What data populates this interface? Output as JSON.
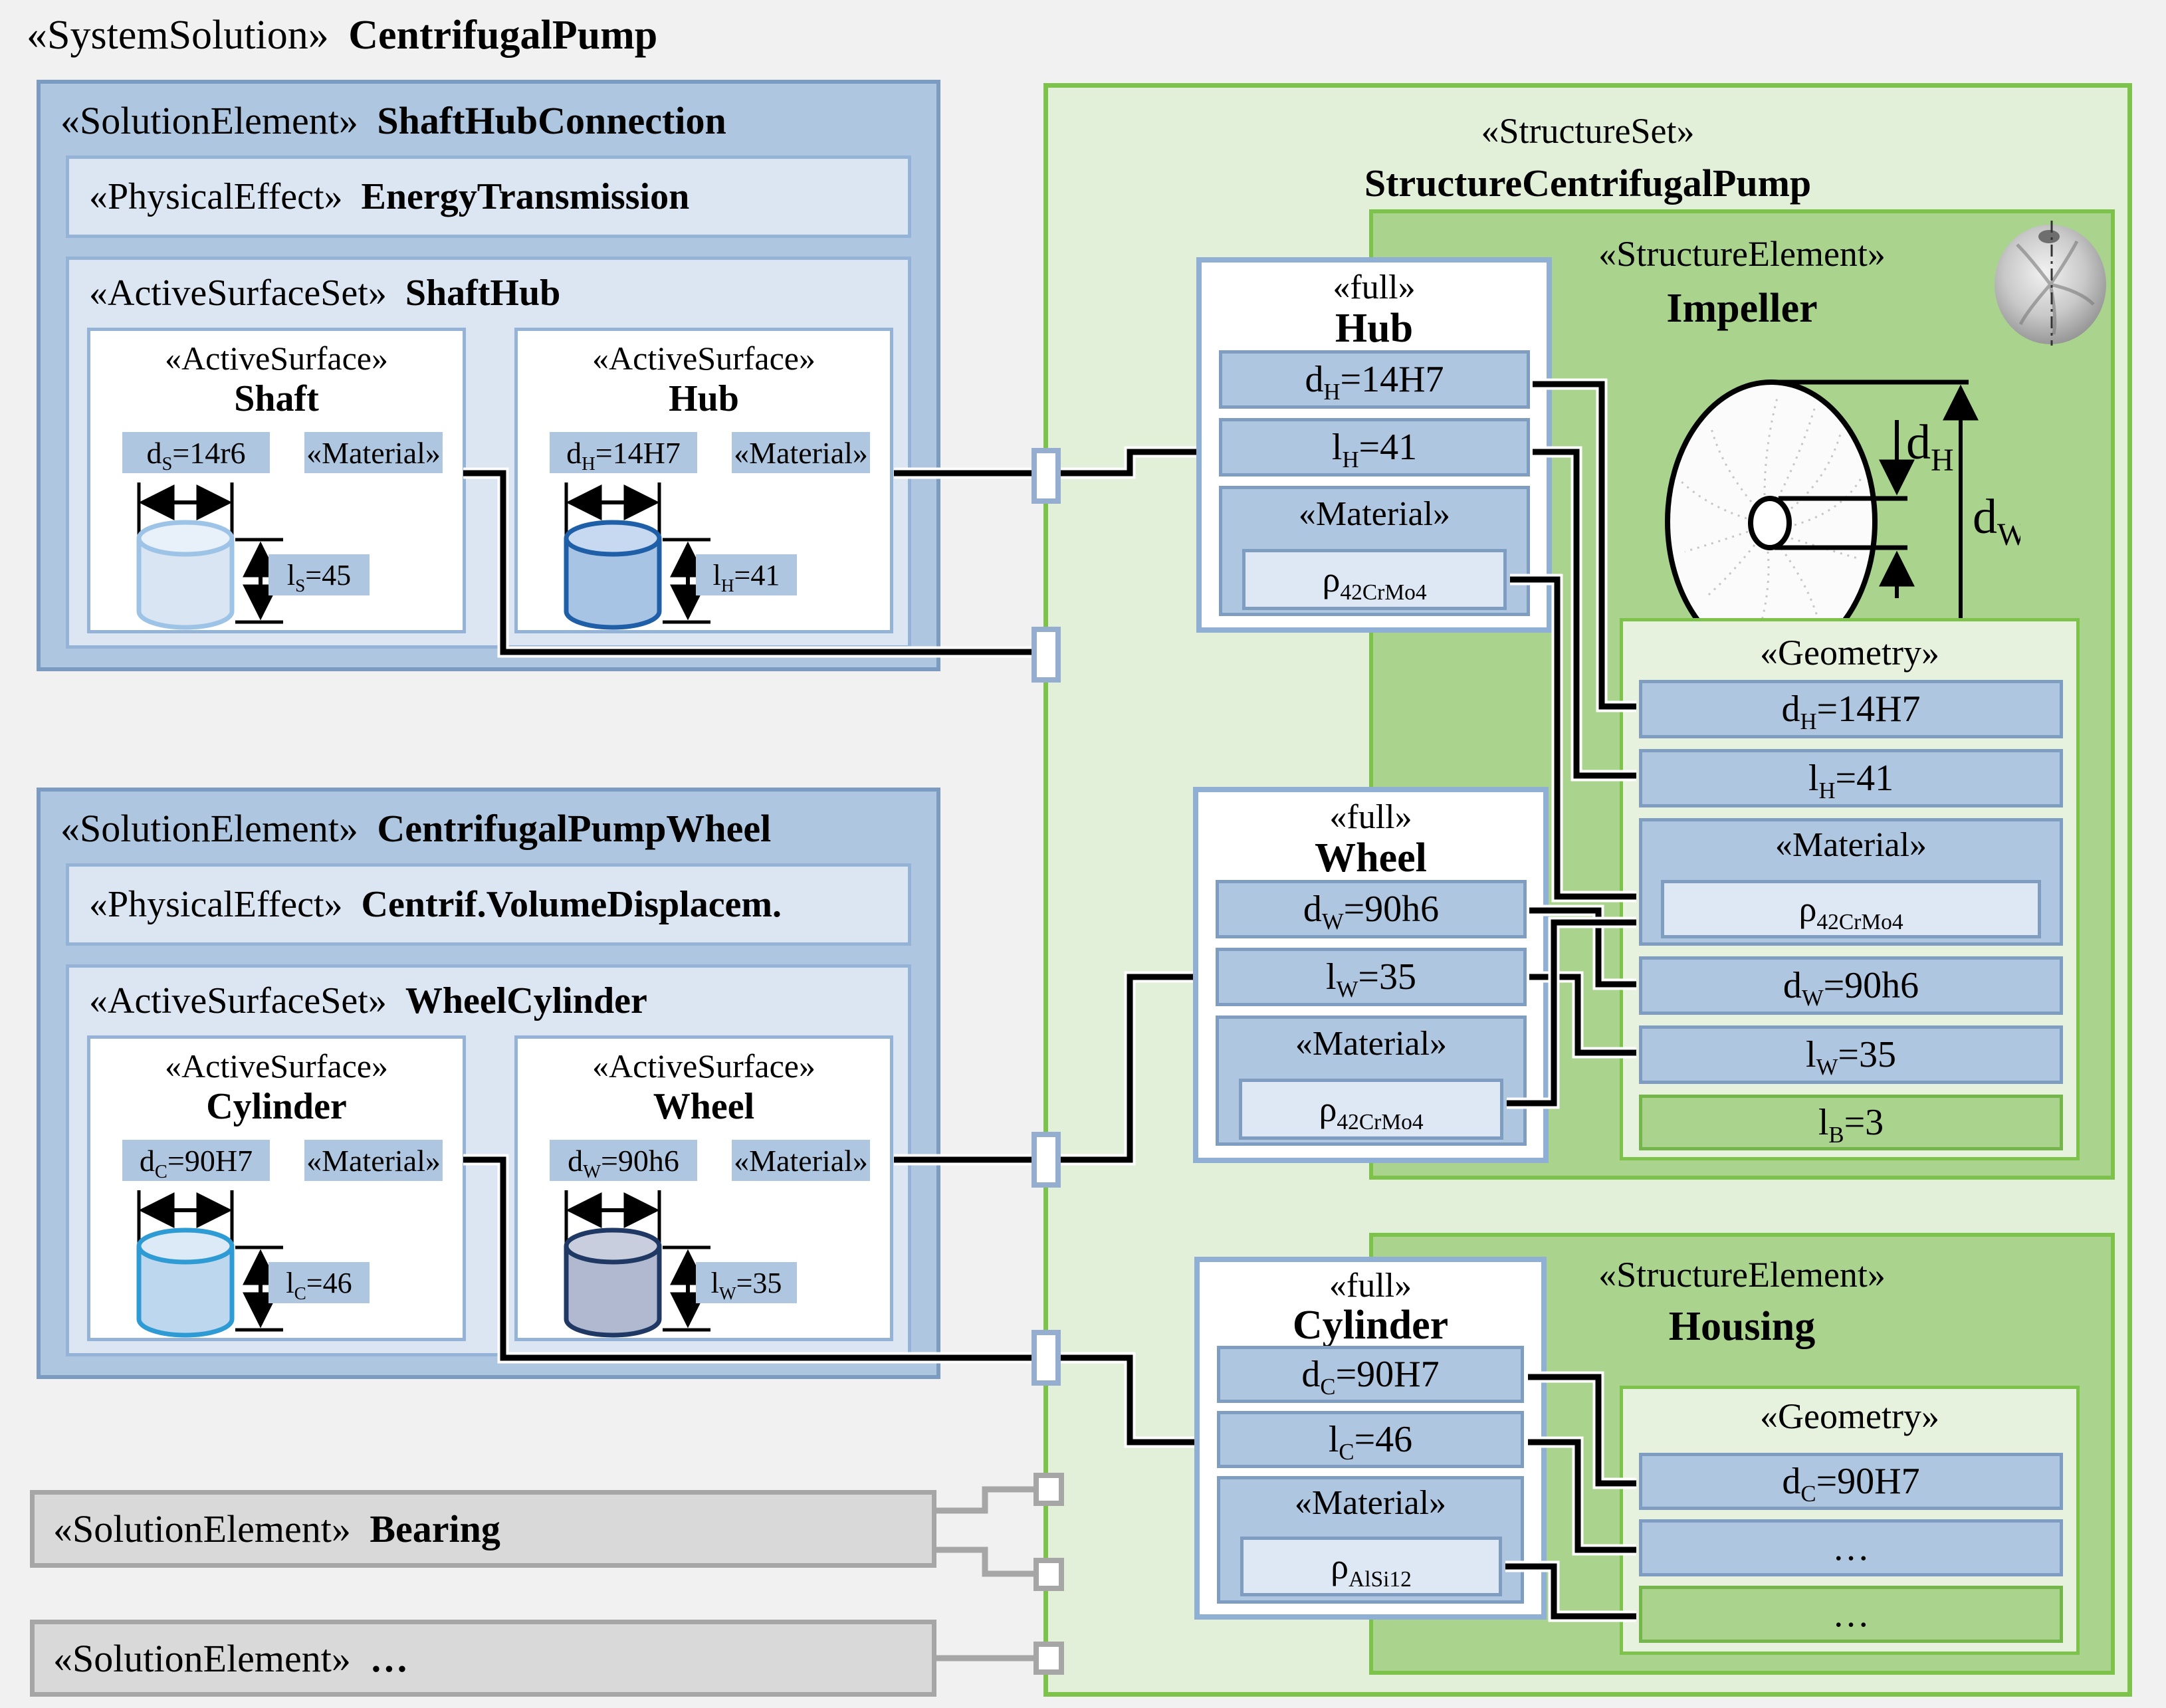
{
  "colors": {
    "background": "#F1F1F2",
    "blue_fill": "#AEC6E0",
    "blue_light": "#DCE6F2",
    "blue_border": "#7B9CC0",
    "green_fill_light": "#E2EFD9",
    "green_fill_mid": "#AAD48E",
    "green_border": "#7CC24B",
    "gray_fill": "#D9D9D9",
    "gray_border": "#A6A6A6",
    "connector_black": "#000000"
  },
  "title": {
    "stereo": "«SystemSolution»",
    "name": "CentrifugalPump"
  },
  "se1": {
    "stereo": "«SolutionElement»",
    "name": "ShaftHubConnection",
    "physical_effect": {
      "stereo": "«PhysicalEffect»",
      "name": "EnergyTransmission"
    },
    "surface_set": {
      "stereo": "«ActiveSurfaceSet»",
      "name": "ShaftHub"
    },
    "shaft": {
      "stereo": "«ActiveSurface»",
      "name": "Shaft",
      "material": "«Material»",
      "d_sym": "d",
      "d_sub": "S",
      "d_rest": "=14r6",
      "l_sym": "l",
      "l_sub": "S",
      "l_rest": "=45"
    },
    "hub": {
      "stereo": "«ActiveSurface»",
      "name": "Hub",
      "material": "«Material»",
      "d_sym": "d",
      "d_sub": "H",
      "d_rest": "=14H7",
      "l_sym": "l",
      "l_sub": "H",
      "l_rest": "=41"
    }
  },
  "se2": {
    "stereo": "«SolutionElement»",
    "name": "CentrifugalPumpWheel",
    "physical_effect": {
      "stereo": "«PhysicalEffect»",
      "name": "Centrif.VolumeDisplacem."
    },
    "surface_set": {
      "stereo": "«ActiveSurfaceSet»",
      "name": "WheelCylinder"
    },
    "cylinder": {
      "stereo": "«ActiveSurface»",
      "name": "Cylinder",
      "material": "«Material»",
      "d_sym": "d",
      "d_sub": "C",
      "d_rest": "=90H7",
      "l_sym": "l",
      "l_sub": "C",
      "l_rest": "=46"
    },
    "wheel": {
      "stereo": "«ActiveSurface»",
      "name": "Wheel",
      "material": "«Material»",
      "d_sym": "d",
      "d_sub": "W",
      "d_rest": "=90h6",
      "l_sym": "l",
      "l_sub": "W",
      "l_rest": "=35"
    }
  },
  "bearing": {
    "stereo": "«SolutionElement»",
    "name": "Bearing"
  },
  "more": {
    "stereo": "«SolutionElement»",
    "name": "…"
  },
  "structure": {
    "stereo": "«StructureSet»",
    "name": "StructureCentrifugalPump",
    "impeller": {
      "stereo": "«StructureElement»",
      "name": "Impeller",
      "drawing": {
        "dh_sym": "d",
        "dh_sub": "H",
        "dw_sym": "d",
        "dw_sub": "W"
      },
      "geometry": {
        "stereo": "«Geometry»",
        "dh": {
          "sym": "d",
          "sub": "H",
          "rest": "=14H7"
        },
        "lh": {
          "sym": "l",
          "sub": "H",
          "rest": "=41"
        },
        "mat": {
          "stereo": "«Material»",
          "rho_sym": "ρ",
          "rho_sub": "42CrMo4"
        },
        "dw": {
          "sym": "d",
          "sub": "W",
          "rest": "=90h6"
        },
        "lw": {
          "sym": "l",
          "sub": "W",
          "rest": "=35"
        },
        "lb": {
          "sym": "l",
          "sub": "B",
          "rest": "=3"
        }
      }
    },
    "housing": {
      "stereo": "«StructureElement»",
      "name": "Housing",
      "geometry": {
        "stereo": "«Geometry»",
        "dc": {
          "sym": "d",
          "sub": "C",
          "rest": "=90H7"
        },
        "dots1": "…",
        "dots2": "…"
      }
    },
    "full_hub": {
      "stereo": "«full»",
      "name": "Hub",
      "d": {
        "sym": "d",
        "sub": "H",
        "rest": "=14H7"
      },
      "l": {
        "sym": "l",
        "sub": "H",
        "rest": "=41"
      },
      "mat": {
        "stereo": "«Material»",
        "rho_sym": "ρ",
        "rho_sub": "42CrMo4"
      }
    },
    "full_wheel": {
      "stereo": "«full»",
      "name": "Wheel",
      "d": {
        "sym": "d",
        "sub": "W",
        "rest": "=90h6"
      },
      "l": {
        "sym": "l",
        "sub": "W",
        "rest": "=35"
      },
      "mat": {
        "stereo": "«Material»",
        "rho_sym": "ρ",
        "rho_sub": "42CrMo4"
      }
    },
    "full_cylinder": {
      "stereo": "«full»",
      "name": "Cylinder",
      "d": {
        "sym": "d",
        "sub": "C",
        "rest": "=90H7"
      },
      "l": {
        "sym": "l",
        "sub": "C",
        "rest": "=46"
      },
      "mat": {
        "stereo": "«Material»",
        "rho_sym": "ρ",
        "rho_sub": "AlSi12"
      }
    }
  }
}
